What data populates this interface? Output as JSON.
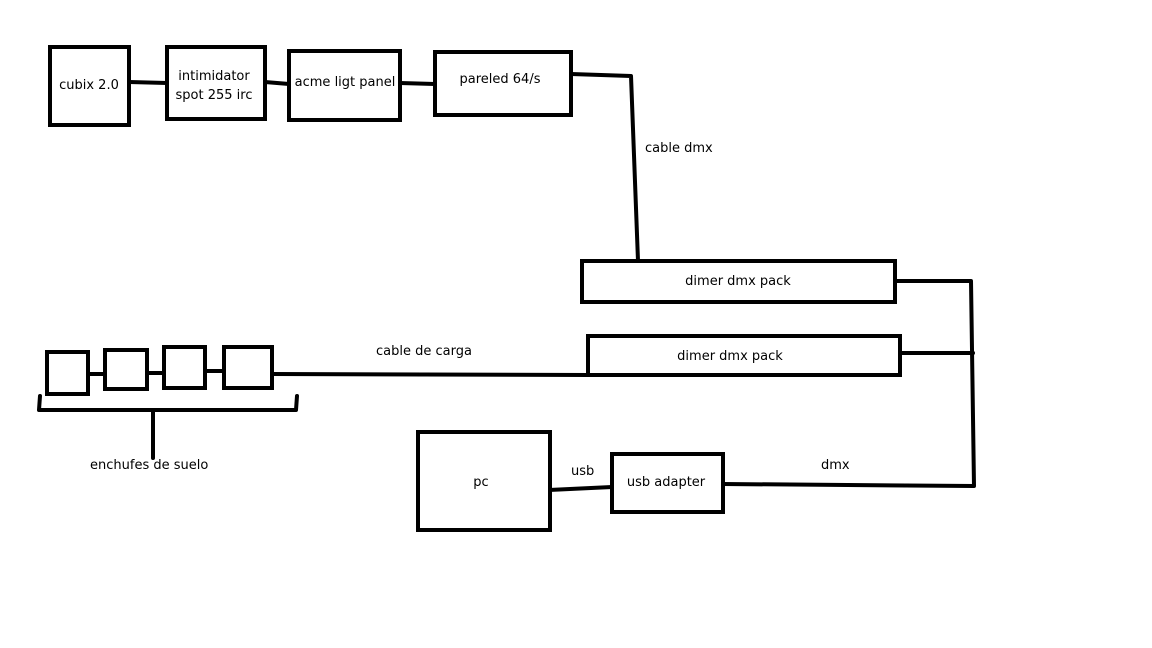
{
  "nodes": {
    "cubix": "cubix 2.0",
    "intimidator_1": "intimidator",
    "intimidator_2": "spot 255 irc",
    "acme": "acme ligt panel",
    "pareled": "pareled 64/s",
    "dimmer_1": "dimer dmx pack",
    "dimmer_2": "dimer dmx pack",
    "pc": "pc",
    "usb_adapter": "usb adapter"
  },
  "connections": {
    "cable_dmx": "cable dmx",
    "cable_carga": "cable de carga",
    "usb": "usb",
    "dmx": "dmx"
  },
  "floor_outlets": {
    "label": "enchufes de suelo",
    "count": 4
  },
  "colors": {
    "line": "#000000",
    "background": "#ffffff"
  }
}
